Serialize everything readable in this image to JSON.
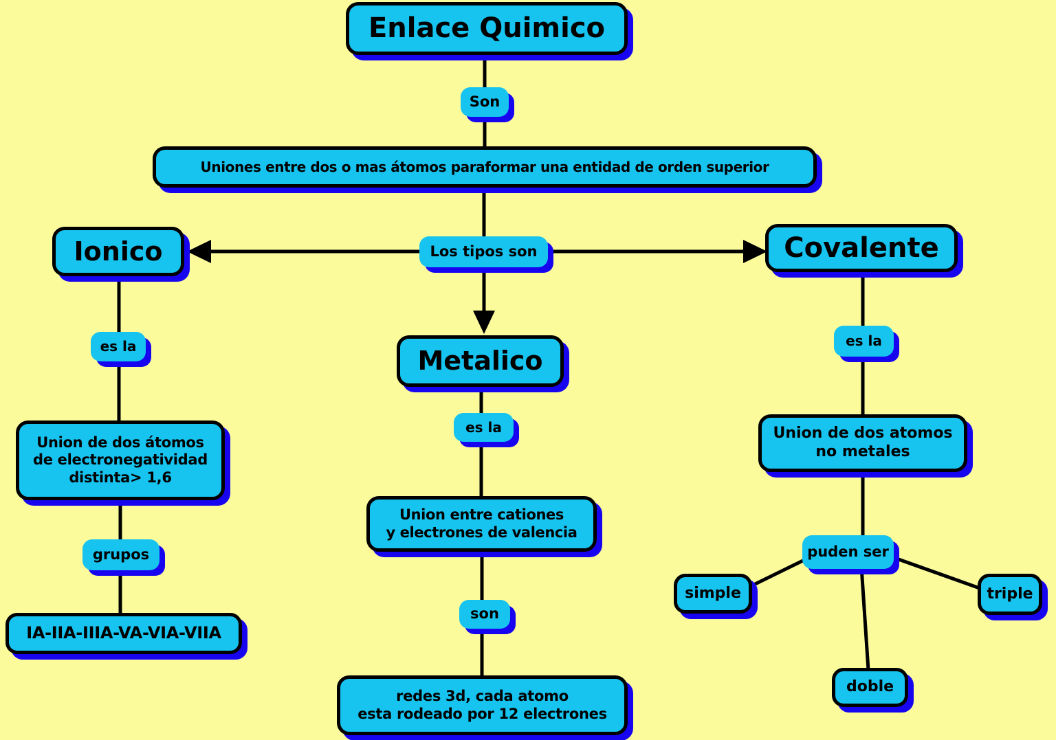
{
  "colors": {
    "background": "#FBFB9C",
    "node_fill": "#17C3EF",
    "node_border": "#000000",
    "shadow_blue": "#1805F0",
    "text": "#000000",
    "connector": "#000000"
  },
  "nodes": {
    "title": "Enlace Quimico",
    "son_top": "Son",
    "definition": "Uniones entre dos o mas átomos paraformar una entidad de orden superior",
    "los_tipos_son": "Los tipos son",
    "ionico": "Ionico",
    "covalente": "Covalente",
    "metalico": "Metalico",
    "es_la_ionico": "es la",
    "es_la_metalico": "es la",
    "es_la_covalente": "es la",
    "ionico_definition": "Union de dos átomos\nde electronegatividad\ndistinta> 1,6",
    "grupos": "grupos",
    "ionico_groups": "IA-IIA-IIIA-VA-VIA-VIIA",
    "metalico_definition": "Union entre cationes\ny electrones de valencia",
    "son_metalico": "son",
    "metalico_detail": "redes 3d, cada atomo\nesta rodeado por 12 electrones",
    "covalente_definition": "Union de dos atomos\nno metales",
    "puden_ser": "puden ser",
    "simple": "simple",
    "triple": "triple",
    "doble": "doble"
  }
}
